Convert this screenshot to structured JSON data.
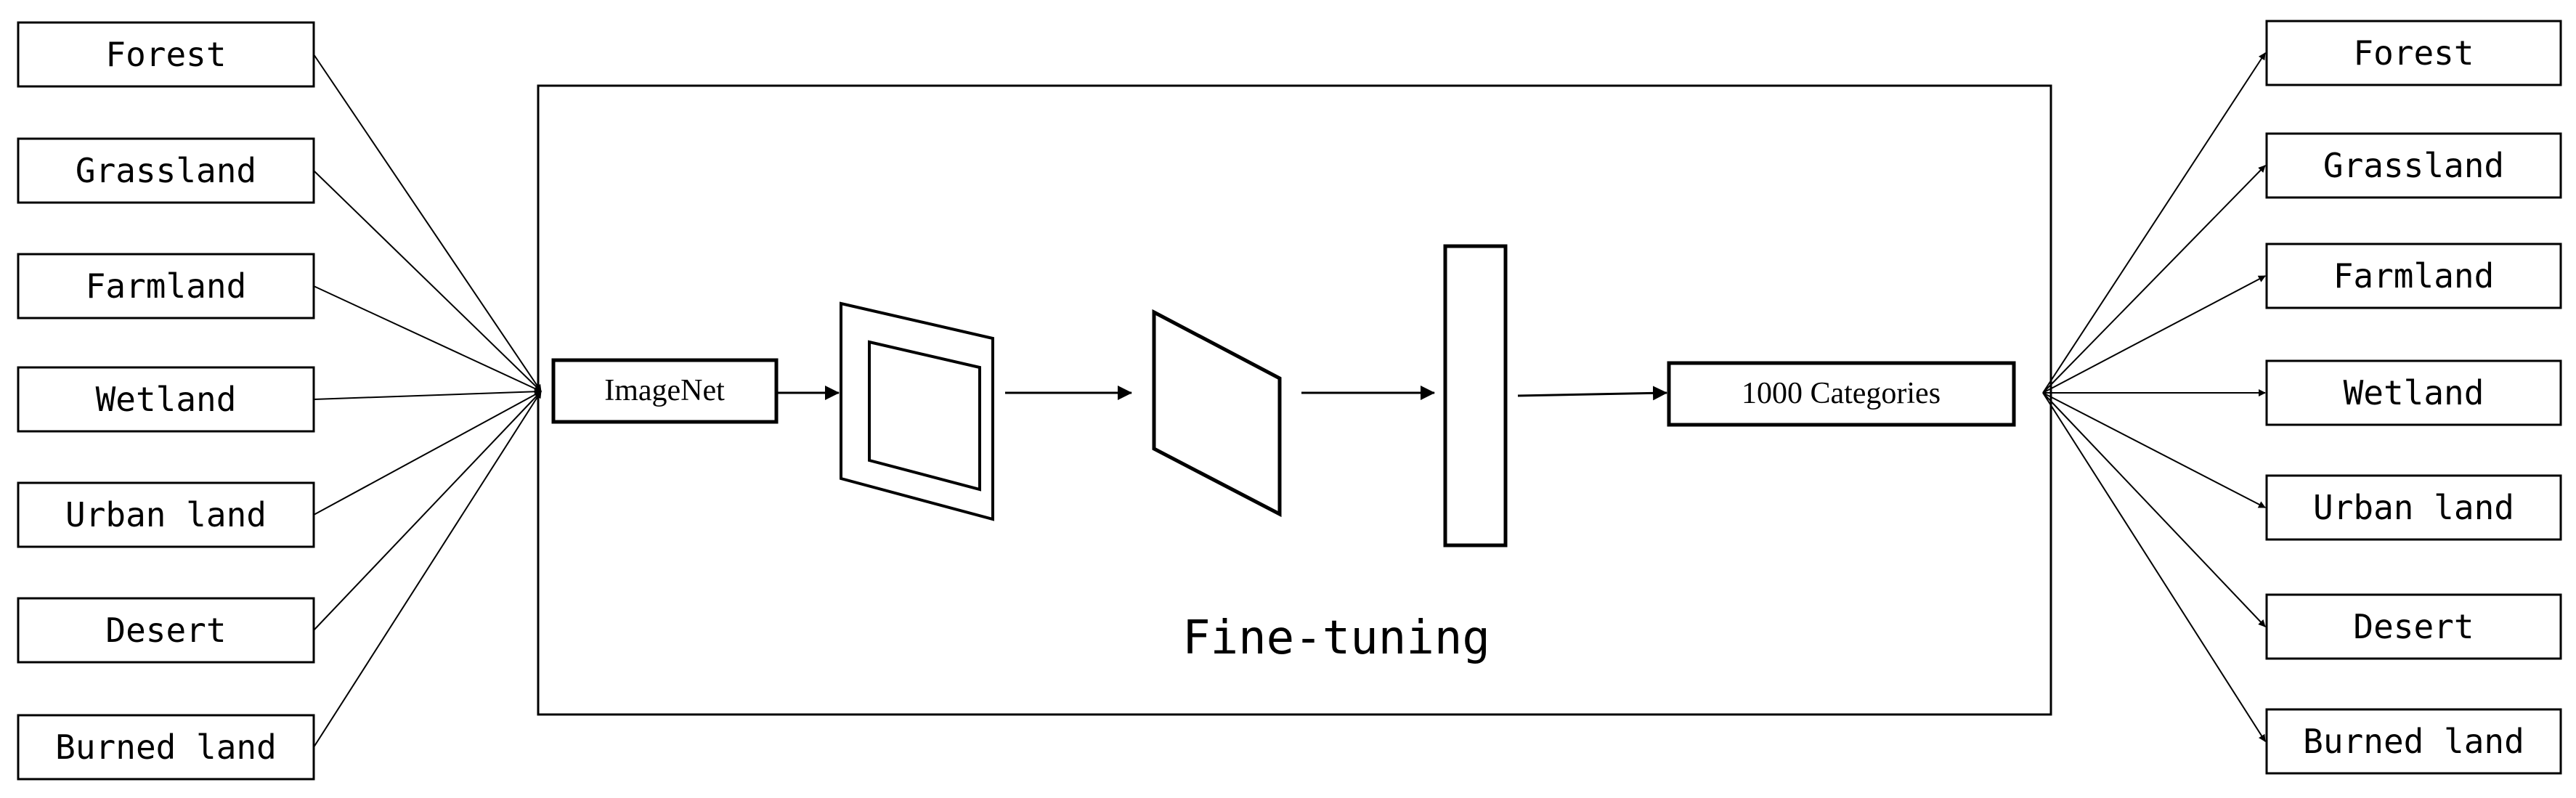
{
  "inputs": [
    "Forest",
    "Grassland",
    "Farmland",
    "Wetland",
    "Urban land",
    "Desert",
    "Burned land"
  ],
  "outputs": [
    "Forest",
    "Grassland",
    "Farmland",
    "Wetland",
    "Urban land",
    "Desert",
    "Burned land"
  ],
  "pipeline": {
    "source_label": "ImageNet",
    "target_label": "1000 Categories",
    "caption": "Fine-tuning"
  }
}
